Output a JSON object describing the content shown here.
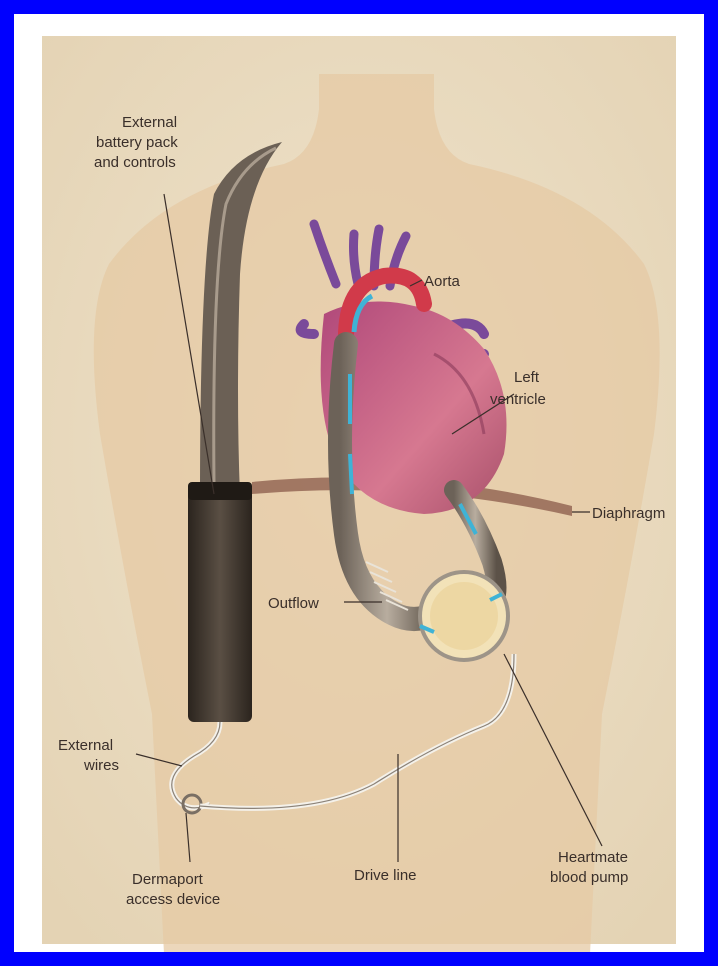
{
  "labels": {
    "battery_line1": "External",
    "battery_line2": "battery pack",
    "battery_line3": "and controls",
    "aorta": "Aorta",
    "left_line1": "Left",
    "left_line2": "ventricle",
    "diaphragm": "Diaphragm",
    "outflow": "Outflow",
    "wires_line1": "External",
    "wires_line2": "wires",
    "dermaport_line1": "Dermaport",
    "dermaport_line2": "access device",
    "drive_line": "Drive line",
    "pump_line1": "Heartmate",
    "pump_line2": "blood pump"
  },
  "colors": {
    "frame": "#0000ff",
    "parchment": "#eadcc2",
    "skin": "#e3c6a2",
    "heart": "#c9607a",
    "vessel": "#7a4a9a",
    "aorta_red": "#d13a4a",
    "battery": "#3b342c",
    "blood_flow": "#3fb3d6"
  }
}
